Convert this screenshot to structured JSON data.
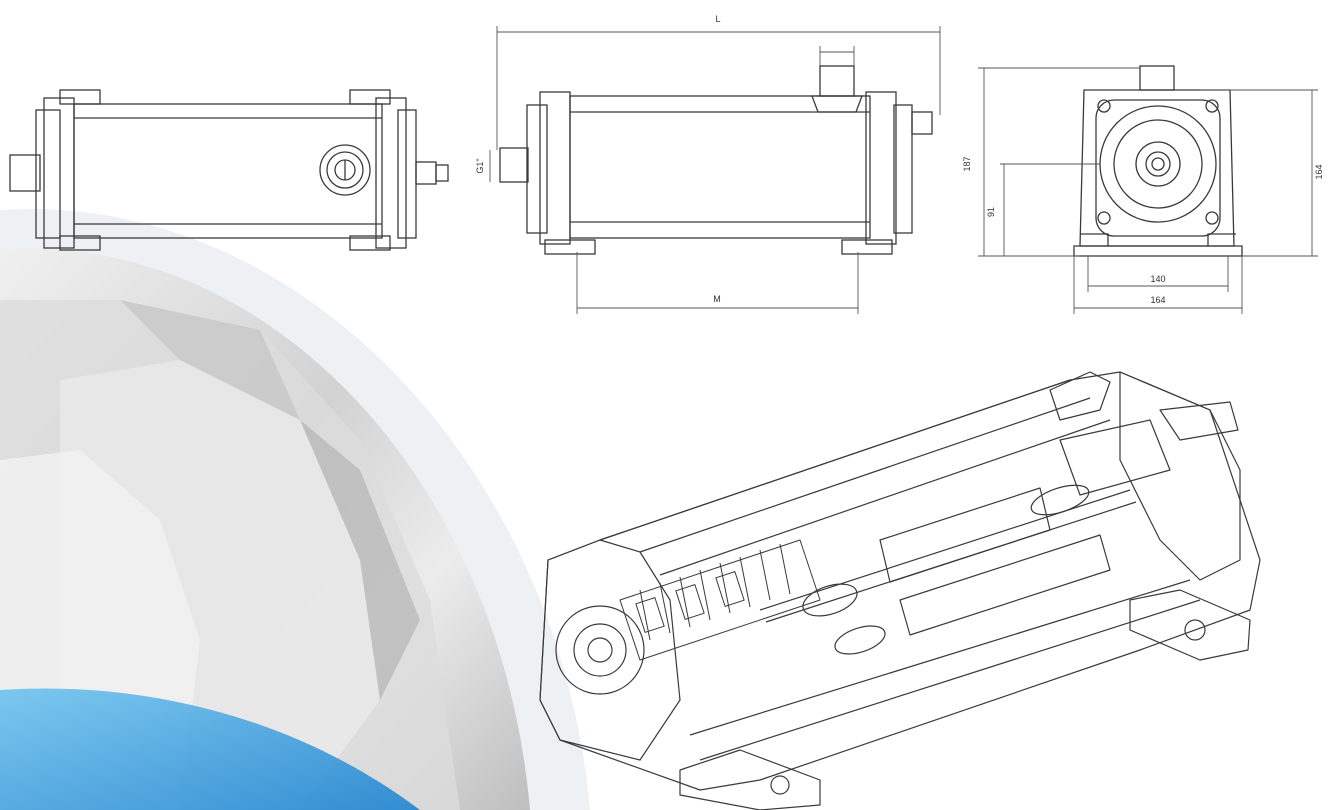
{
  "dimensions": {
    "L": "L",
    "M": "M",
    "G1": "G1\"",
    "h187": "187",
    "h164": "164",
    "h91": "91",
    "w140": "140",
    "w164": "164"
  },
  "colors": {
    "line": "#3a3a3a",
    "dim": "#555555",
    "accent_blue": "#2a8fd6",
    "accent_blue_light": "#6fc3ef",
    "bg_arc": "#eef1f3",
    "metal_light": "#e6e6e6",
    "metal_dark": "#b9b9b9"
  }
}
